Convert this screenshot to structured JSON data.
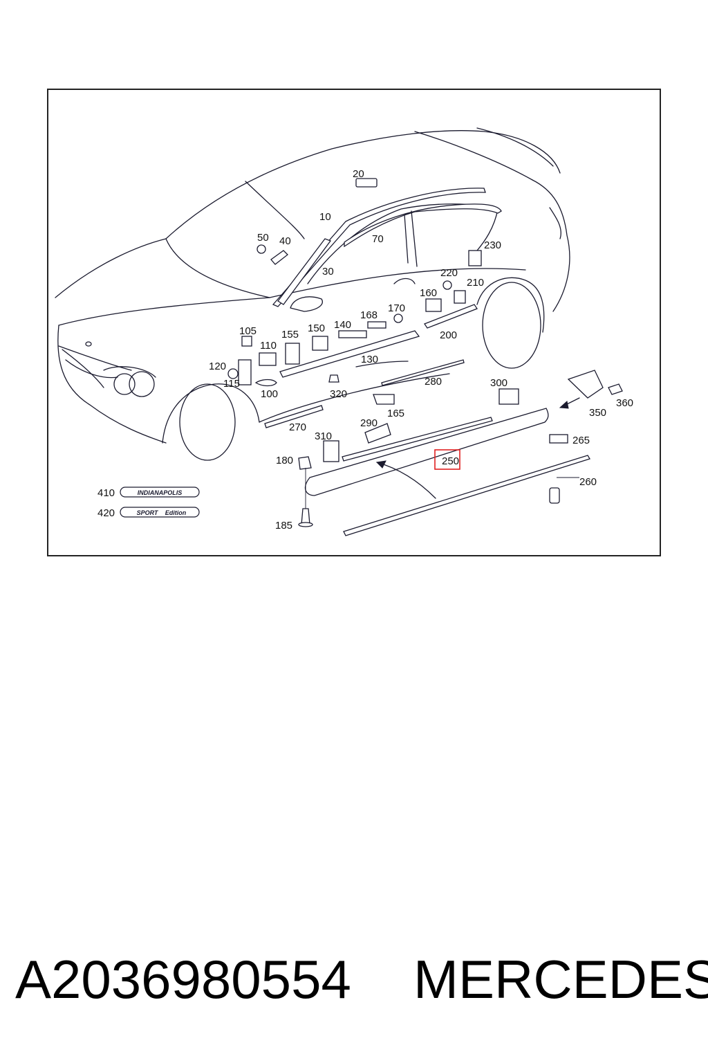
{
  "callouts": {
    "c10": "10",
    "c20": "20",
    "c30": "30",
    "c40": "40",
    "c50": "50",
    "c70": "70",
    "c100": "100",
    "c105": "105",
    "c110": "110",
    "c115": "115",
    "c120": "120",
    "c130": "130",
    "c140": "140",
    "c150": "150",
    "c155": "155",
    "c160": "160",
    "c165": "165",
    "c168": "168",
    "c170": "170",
    "c180": "180",
    "c185": "185",
    "c200": "200",
    "c210": "210",
    "c220": "220",
    "c230": "230",
    "c250": "250",
    "c260": "260",
    "c265": "265",
    "c270": "270",
    "c280": "280",
    "c290": "290",
    "c300": "300",
    "c310": "310",
    "c320": "320",
    "c350": "350",
    "c360": "360",
    "c410": "410",
    "c420": "420"
  },
  "badges": {
    "b410": "INDIANAPOLIS",
    "b420_a": "SPORT",
    "b420_b": "Edition"
  },
  "highlight": {
    "label": "250",
    "color": "#e02020"
  },
  "caption": {
    "part_number": "A2036980554",
    "brand": "MERCEDES"
  }
}
